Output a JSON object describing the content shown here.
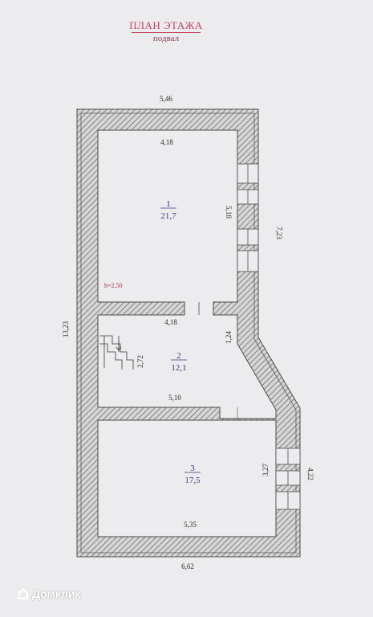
{
  "header": {
    "title": "ПЛАН ЭТАЖА",
    "subtitle": "подвал"
  },
  "dimensions": {
    "top_outer": "5,46",
    "room1_width": "4,18",
    "room1_height": "5,18",
    "right_upper": "7,23",
    "left_total": "13,23",
    "room2_top_width": "4,18",
    "room2_side": "1,24",
    "stair_height": "2,72",
    "room2_bottom_width": "5,10",
    "room3_height": "3,27",
    "right_lower": "4,22",
    "room3_width": "5,35",
    "bottom_outer": "6,62"
  },
  "ceiling_height": "h=2,50",
  "rooms": [
    {
      "number": "1",
      "area": "21,7"
    },
    {
      "number": "2",
      "area": "12,1"
    },
    {
      "number": "3",
      "area": "17,5"
    }
  ],
  "watermark": {
    "text": "Домклик"
  },
  "colors": {
    "title": "#c8415e",
    "wall_hatch": "#7a7a7a",
    "background": "#ecebed"
  }
}
